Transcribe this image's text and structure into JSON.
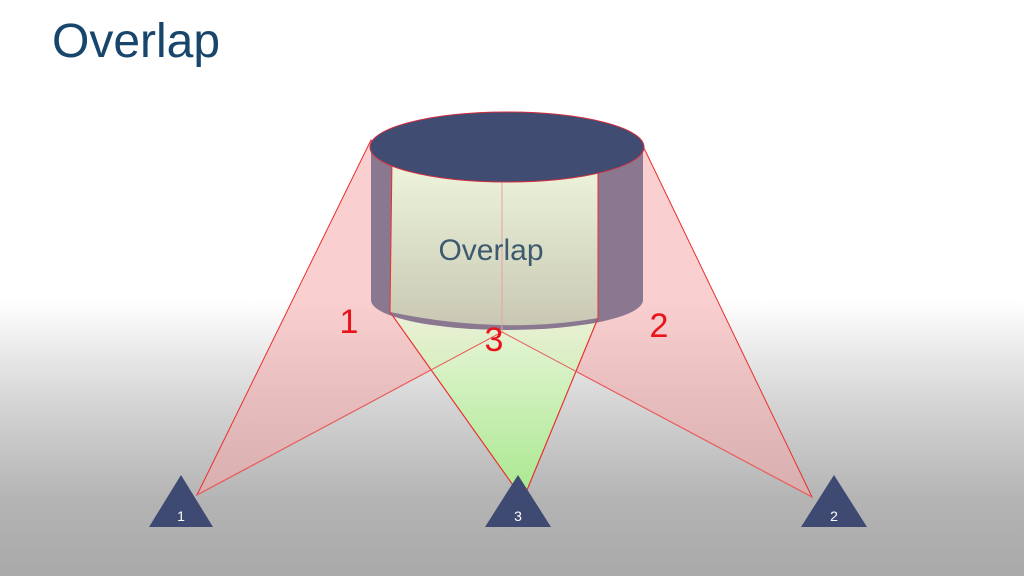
{
  "title": "Overlap",
  "diagram": {
    "cylinder_label": "Overlap",
    "zone_labels": [
      "1",
      "2",
      "3"
    ],
    "sensors": [
      "1",
      "3",
      "2"
    ],
    "colors": {
      "title": "#17456b",
      "sensor": "#3e4a72",
      "beam_red": "#f5a0a0",
      "beam_green": "#b8f0a0",
      "label_red": "#e8141c"
    }
  }
}
